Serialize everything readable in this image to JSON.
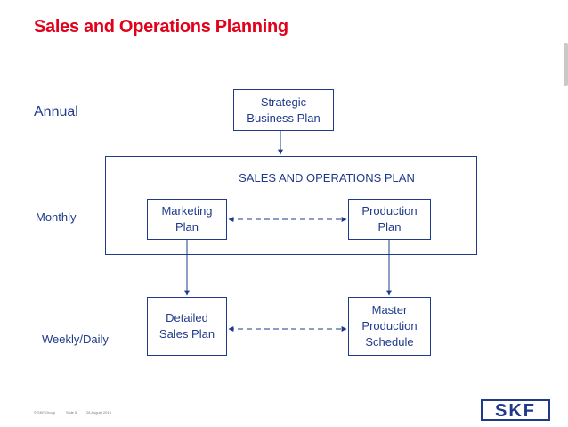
{
  "title": "Sales and Operations Planning",
  "levels": {
    "annual": "Annual",
    "monthly": "Monthly",
    "weekly": "Weekly/Daily"
  },
  "frame_title": "SALES AND OPERATIONS PLAN",
  "nodes": {
    "strategic": [
      "Strategic",
      "Business Plan"
    ],
    "marketing": [
      "Marketing",
      "Plan"
    ],
    "production": [
      "Production",
      "Plan"
    ],
    "detailed": [
      "Detailed",
      "Sales Plan"
    ],
    "master": [
      "Master",
      "Production",
      "Schedule"
    ]
  },
  "footer": {
    "copyright": "© SKF Group",
    "slide": "Slide 5",
    "date": "28 August 2019"
  },
  "logo": {
    "text": "SKF",
    "color": "#1f3a8a"
  },
  "colors": {
    "title": "#e2001a",
    "text": "#1f3a8a"
  },
  "diagram": {
    "edges": [
      {
        "from": "strategic",
        "to": "frame",
        "style": "solid",
        "direction": "down"
      },
      {
        "from": "marketing",
        "to": "production",
        "style": "dashed",
        "direction": "both"
      },
      {
        "from": "marketing",
        "to": "detailed",
        "style": "solid",
        "direction": "down"
      },
      {
        "from": "production",
        "to": "master",
        "style": "solid",
        "direction": "down"
      },
      {
        "from": "detailed",
        "to": "master",
        "style": "dashed",
        "direction": "both"
      }
    ]
  }
}
